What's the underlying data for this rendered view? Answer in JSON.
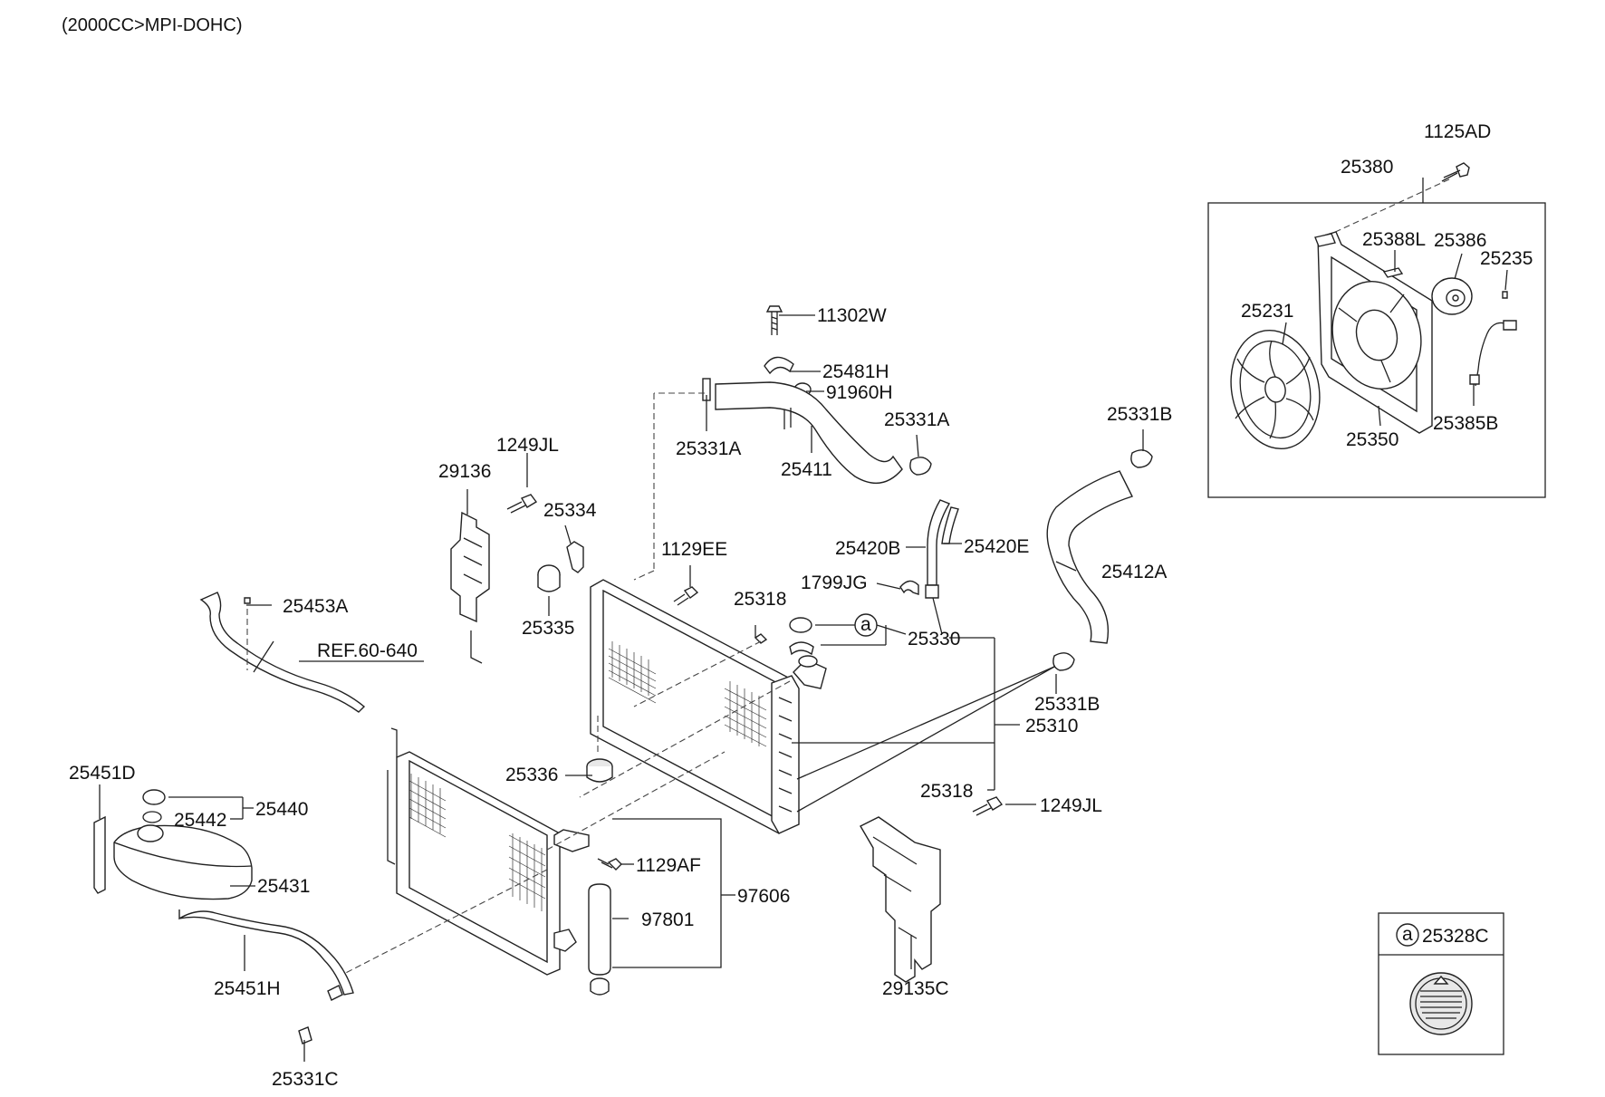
{
  "header": {
    "variant": "(2000CC>MPI-DOHC)"
  },
  "reference": {
    "label": "REF.60-640"
  },
  "callouts": {
    "p1125AD": "1125AD",
    "p25380": "25380",
    "p25388L": "25388L",
    "p25386": "25386",
    "p25235": "25235",
    "p25231": "25231",
    "p25350": "25350",
    "p25385B": "25385B",
    "p11302W": "11302W",
    "p25481H": "25481H",
    "p91960H": "91960H",
    "p25331A_1": "25331A",
    "p25331A_2": "25331A",
    "p25411": "25411",
    "p25331B_1": "25331B",
    "p25331B_2": "25331B",
    "p1249JL_1": "1249JL",
    "p1249JL_2": "1249JL",
    "p29136": "29136",
    "p25334": "25334",
    "p25335": "25335",
    "p1129EE": "1129EE",
    "p25420B": "25420B",
    "p25420E": "25420E",
    "p1799JG": "1799JG",
    "p25412A": "25412A",
    "p25453A": "25453A",
    "p25318_1": "25318",
    "p25318_2": "25318",
    "p25330": "25330",
    "p25310": "25310",
    "p25336": "25336",
    "p25451D": "25451D",
    "p25440": "25440",
    "p25442": "25442",
    "p25431": "25431",
    "p1129AF": "1129AF",
    "p97801": "97801",
    "p97606": "97606",
    "p25451H": "25451H",
    "p25331C": "25331C",
    "p29135C": "29135C"
  },
  "legend": {
    "circle_letter": "a",
    "part": "25328C"
  }
}
